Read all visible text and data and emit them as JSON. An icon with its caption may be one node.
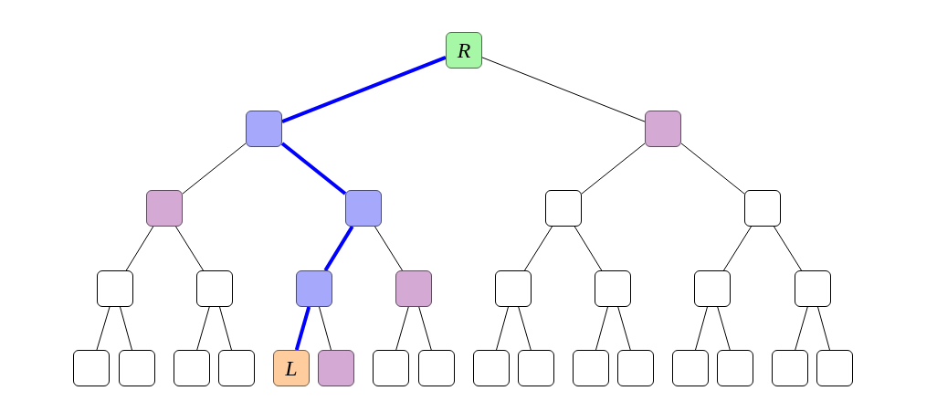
{
  "diagram": {
    "nodes": [
      {
        "text": [
          "R"
        ]
      },
      {
        "text": [],
        "shape": "box"
      },
      {
        "text": [],
        "shape": "box"
      },
      {
        "text": [],
        "shape": "box"
      },
      {
        "text": [],
        "shape": "box"
      },
      {
        "text": [],
        "shape": "box"
      },
      {
        "text": [],
        "shape": "box"
      },
      {
        "text": [],
        "shape": "box"
      },
      {
        "text": [],
        "shape": "box"
      },
      {
        "text": [],
        "shape": "box"
      },
      {
        "text": [],
        "shape": "box"
      },
      {
        "text": [],
        "shape": "box"
      },
      {
        "text": [],
        "shape": "box"
      },
      {
        "text": [],
        "shape": "box"
      },
      {
        "text": [],
        "shape": "box"
      },
      {
        "text": [],
        "shape": "box"
      },
      {
        "text": [],
        "shape": "box"
      },
      {
        "text": [],
        "shape": "box"
      },
      {
        "text": [],
        "shape": "box"
      },
      {
        "text": [
          "L"
        ]
      },
      {
        "text": [],
        "shape": "box"
      },
      {
        "text": [],
        "shape": "box"
      },
      {
        "text": [],
        "shape": "box"
      },
      {
        "text": [],
        "shape": "box"
      },
      {
        "text": [],
        "shape": "box"
      },
      {
        "text": [],
        "shape": "box"
      },
      {
        "text": [],
        "shape": "box"
      },
      {
        "text": [],
        "shape": "box"
      },
      {
        "text": [],
        "shape": "box"
      },
      {
        "text": [],
        "shape": "box"
      },
      {
        "text": [],
        "shape": "box"
      }
    ],
    "edges": [
      {
        "from": 0,
        "to": 1,
        "arrow": "none",
        "style": "thick",
        "color": "#0000ff"
      },
      {
        "from": 0,
        "to": 2,
        "arrow": "none"
      },
      {
        "from": 1,
        "to": 3,
        "arrow": "none"
      },
      {
        "from": 1,
        "to": 4,
        "arrow": "none",
        "style": "thick",
        "color": "#0000ff"
      },
      {
        "from": 2,
        "to": 5,
        "arrow": "none"
      },
      {
        "from": 2,
        "to": 6,
        "arrow": "none"
      },
      {
        "from": 3,
        "to": 7,
        "arrow": "none"
      },
      {
        "from": 3,
        "to": 8,
        "arrow": "none"
      },
      {
        "from": 4,
        "to": 9,
        "arrow": "none",
        "style": "thick",
        "color": "#0000ff"
      },
      {
        "from": 4,
        "to": 10,
        "arrow": "none"
      },
      {
        "from": 5,
        "to": 11,
        "arrow": "none"
      },
      {
        "from": 5,
        "to": 12,
        "arrow": "none"
      },
      {
        "from": 6,
        "to": 13,
        "arrow": "none"
      },
      {
        "from": 6,
        "to": 14,
        "arrow": "none"
      },
      {
        "from": 7,
        "to": 15,
        "arrow": "none"
      },
      {
        "from": 7,
        "to": 16,
        "arrow": "none"
      },
      {
        "from": 8,
        "to": 17,
        "arrow": "none"
      },
      {
        "from": 8,
        "to": 18,
        "arrow": "none"
      },
      {
        "from": 9,
        "to": 19,
        "arrow": "none",
        "style": "thick",
        "color": "#0000ff"
      },
      {
        "from": 9,
        "to": 20,
        "arrow": "none"
      },
      {
        "from": 10,
        "to": 21,
        "arrow": "none"
      },
      {
        "from": 10,
        "to": 22,
        "arrow": "none"
      },
      {
        "from": 11,
        "to": 23,
        "arrow": "none"
      },
      {
        "from": 11,
        "to": 24,
        "arrow": "none"
      },
      {
        "from": 12,
        "to": 25,
        "arrow": "none"
      },
      {
        "from": 12,
        "to": 26,
        "arrow": "none"
      },
      {
        "from": 13,
        "to": 27,
        "arrow": "none"
      },
      {
        "from": 13,
        "to": 28,
        "arrow": "none"
      },
      {
        "from": 14,
        "to": 29,
        "arrow": "none"
      },
      {
        "from": 14,
        "to": 30,
        "arrow": "none"
      }
    ]
  }
}
